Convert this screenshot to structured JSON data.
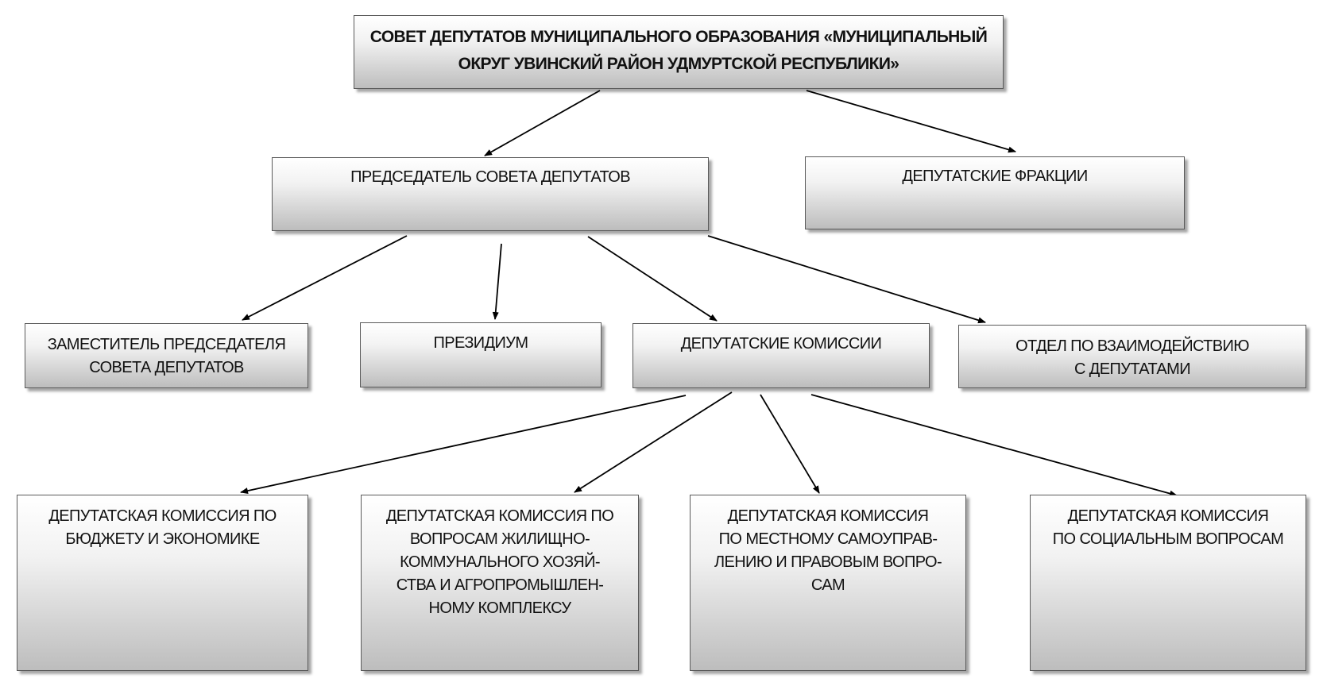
{
  "nodes": {
    "council": {
      "text": "СОВЕТ ДЕПУТАТОВ МУНИЦИПАЛЬНОГО ОБРАЗОВАНИЯ «МУНИЦИПАЛЬНЫЙ ОКРУГ УВИНСКИЙ РАЙОН УДМУРТСКОЙ РЕСПУБЛИКИ»"
    },
    "chairman": {
      "text": "ПРЕДСЕДАТЕЛЬ СОВЕТА ДЕПУТАТОВ"
    },
    "factions": {
      "text": "ДЕПУТАТСКИЕ ФРАКЦИИ"
    },
    "deputy_chairman": {
      "text": "ЗАМЕСТИТЕЛЬ ПРЕДСЕДАТЕЛЯ\nСОВЕТА ДЕПУТАТОВ"
    },
    "presidium": {
      "text": "ПРЕЗИДИУМ"
    },
    "commissions": {
      "text": "ДЕПУТАТСКИЕ КОМИССИИ"
    },
    "interaction_dept": {
      "text": "ОТДЕЛ ПО ВЗАИМОДЕЙСТВИЮ\nС ДЕПУТАТАМИ"
    },
    "budget_commission": {
      "text": "ДЕПУТАТСКАЯ КОМИССИЯ ПО\nБЮДЖЕТУ И ЭКОНОМИКЕ"
    },
    "housing_commission": {
      "text": "ДЕПУТАТСКАЯ КОМИССИЯ ПО\nВОПРОСАМ ЖИЛИЩНО-\nКОММУНАЛЬНОГО ХОЗЯЙ-\nСТВА И АГРОПРОМЫШЛЕН-\nНОМУ КОМПЛЕКСУ"
    },
    "selfgov_commission": {
      "text": "ДЕПУТАТСКАЯ КОМИССИЯ\nПО МЕСТНОМУ САМОУПРАВ-\nЛЕНИЮ И ПРАВОВЫМ ВОПРО-\nСАМ"
    },
    "social_commission": {
      "text": "ДЕПУТАТСКАЯ КОМИССИЯ\nПО СОЦИАЛЬНЫМ ВОПРОСАМ"
    }
  },
  "edges": [
    {
      "from": "council",
      "to": "chairman"
    },
    {
      "from": "council",
      "to": "factions"
    },
    {
      "from": "chairman",
      "to": "deputy_chairman"
    },
    {
      "from": "chairman",
      "to": "presidium"
    },
    {
      "from": "chairman",
      "to": "commissions"
    },
    {
      "from": "chairman",
      "to": "interaction_dept"
    },
    {
      "from": "commissions",
      "to": "budget_commission"
    },
    {
      "from": "commissions",
      "to": "housing_commission"
    },
    {
      "from": "commissions",
      "to": "selfgov_commission"
    },
    {
      "from": "commissions",
      "to": "social_commission"
    }
  ]
}
